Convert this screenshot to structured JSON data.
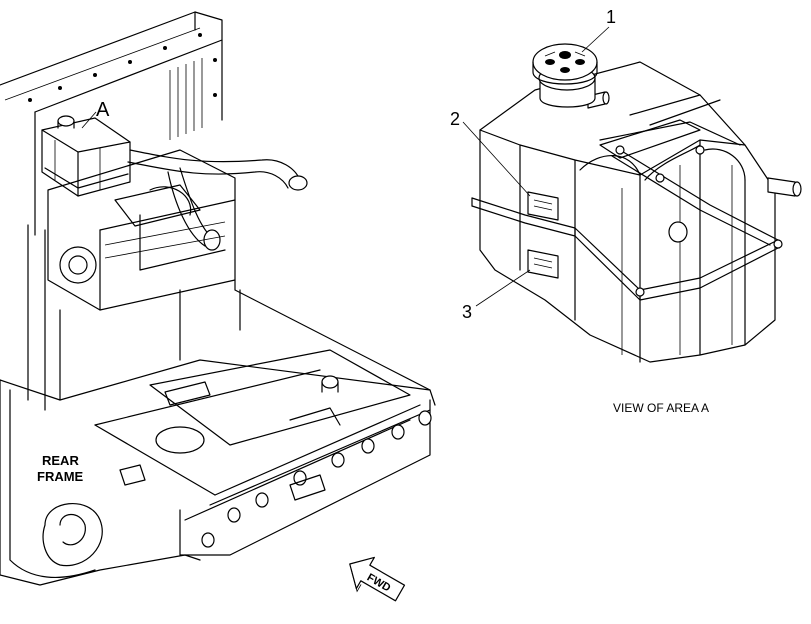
{
  "callouts": {
    "item1": "1",
    "item2": "2",
    "item3": "3",
    "area_marker": "A"
  },
  "labels": {
    "rear_frame_line1": "REAR",
    "rear_frame_line2": "FRAME",
    "view_caption": "VIEW OF AREA A",
    "direction_arrow": "FWD"
  },
  "colors": {
    "line": "#000000",
    "background": "#ffffff"
  }
}
